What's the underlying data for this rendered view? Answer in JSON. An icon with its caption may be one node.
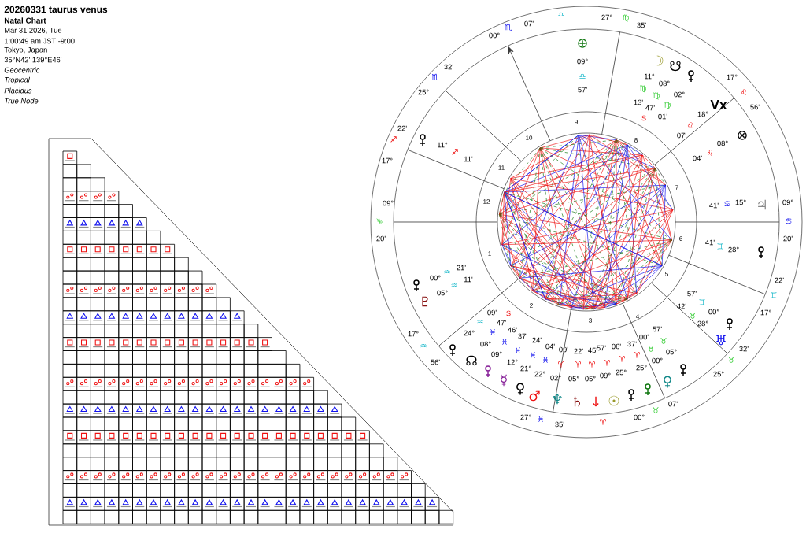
{
  "diagram": {
    "title": "20260331 taurus venus",
    "labels": [
      "Natal Chart",
      "Mar 31 2026, Tue",
      "1:00:49 am  JST -9:00",
      "Tokyo, Japan",
      "35°N42' 139°E46'",
      "Geocentric",
      "Tropical",
      "Placidus",
      "True Node",
      "09°",
      "♑",
      "20'",
      "17°",
      "♐",
      "22'",
      "25°",
      "♏",
      "32'",
      "00°",
      "♏",
      "07'",
      "♎",
      "27°",
      "♍",
      "35'",
      "17°",
      "♌",
      "56'",
      "09°",
      "♋",
      "20'",
      "22'",
      "♊",
      "17°",
      "32'",
      "♉",
      "25°",
      "07'",
      "♉",
      "00°",
      "♈",
      "27°",
      "♓",
      "35'",
      "17°",
      "♒",
      "56'",
      "⊕",
      "09°",
      "♎",
      "57'",
      "☽",
      "☋",
      "11°",
      "♍",
      "13'",
      "S",
      "08°",
      "♍",
      "47'",
      "02°",
      "♍",
      "01'",
      "Vx",
      "18°",
      "♌",
      "07'",
      "⊗",
      "08°",
      "♌",
      "04'",
      "♃",
      "15°",
      "♋",
      "41'",
      "28°",
      "♊",
      "41'",
      "00°",
      "♊",
      "57'",
      "♅",
      "28°",
      "♉",
      "42'",
      "05°",
      "♉",
      "57'",
      "♀",
      "00°",
      "♉",
      "00'",
      "25°",
      "♈",
      "37'",
      "25°",
      "♈",
      "06'",
      "☉",
      "09°",
      "♈",
      "57'",
      "↓",
      "05°",
      "♈",
      "45'",
      "♄",
      "05°",
      "♈",
      "22'",
      "♆",
      "02°",
      "♈",
      "09'",
      "♂",
      "22°",
      "♓",
      "04'",
      "♀",
      "21°",
      "♓",
      "24'",
      "☿",
      "12°",
      "♓",
      "37'",
      "09°",
      "♓",
      "46'",
      "☊",
      "08°",
      "♓",
      "47'",
      "24°",
      "♒",
      "09'",
      "S",
      "♇",
      "00°",
      "♒",
      "21'",
      "05°",
      "♒",
      "11'",
      "11°",
      "♐",
      "11'",
      "1",
      "2",
      "3",
      "4",
      "5",
      "6",
      "7",
      "8",
      "9",
      "10",
      "11",
      "12"
    ]
  }
}
